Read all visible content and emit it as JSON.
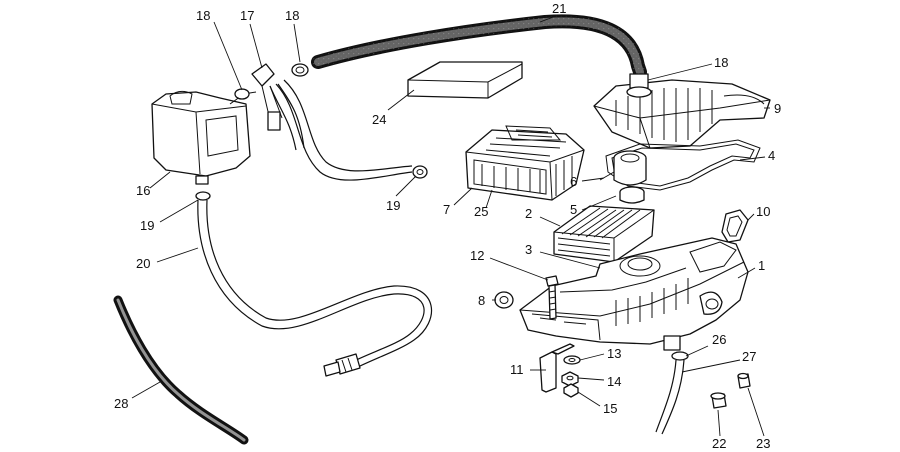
{
  "diagram": {
    "callouts": [
      {
        "id": "c1",
        "text": "1"
      },
      {
        "id": "c2",
        "text": "2"
      },
      {
        "id": "c3",
        "text": "3"
      },
      {
        "id": "c4",
        "text": "4"
      },
      {
        "id": "c5",
        "text": "5"
      },
      {
        "id": "c6",
        "text": "6"
      },
      {
        "id": "c7",
        "text": "7"
      },
      {
        "id": "c8",
        "text": "8"
      },
      {
        "id": "c9",
        "text": "9"
      },
      {
        "id": "c10",
        "text": "10"
      },
      {
        "id": "c11",
        "text": "11"
      },
      {
        "id": "c12",
        "text": "12"
      },
      {
        "id": "c13",
        "text": "13"
      },
      {
        "id": "c14",
        "text": "14"
      },
      {
        "id": "c15",
        "text": "15"
      },
      {
        "id": "c16",
        "text": "16"
      },
      {
        "id": "c17",
        "text": "17"
      },
      {
        "id": "c18a",
        "text": "18"
      },
      {
        "id": "c18b",
        "text": "18"
      },
      {
        "id": "c18c",
        "text": "18"
      },
      {
        "id": "c19a",
        "text": "19"
      },
      {
        "id": "c19b",
        "text": "19"
      },
      {
        "id": "c20",
        "text": "20"
      },
      {
        "id": "c21",
        "text": "21"
      },
      {
        "id": "c22",
        "text": "22"
      },
      {
        "id": "c23",
        "text": "23"
      },
      {
        "id": "c24",
        "text": "24"
      },
      {
        "id": "c25",
        "text": "25"
      },
      {
        "id": "c26",
        "text": "26"
      },
      {
        "id": "c27",
        "text": "27"
      },
      {
        "id": "c28",
        "text": "28"
      }
    ]
  }
}
